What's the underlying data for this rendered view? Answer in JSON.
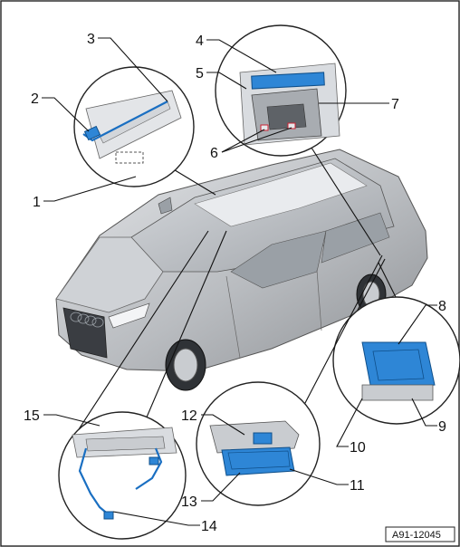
{
  "figure_ref": "A91-12045",
  "callouts": [
    "1",
    "2",
    "3",
    "4",
    "5",
    "6",
    "7",
    "8",
    "9",
    "10",
    "11",
    "12",
    "13",
    "14",
    "15"
  ],
  "colors": {
    "frame": "#222222",
    "component_blue": "#2e86d6",
    "car_body": "#b9bcc0",
    "background": "#ffffff"
  }
}
